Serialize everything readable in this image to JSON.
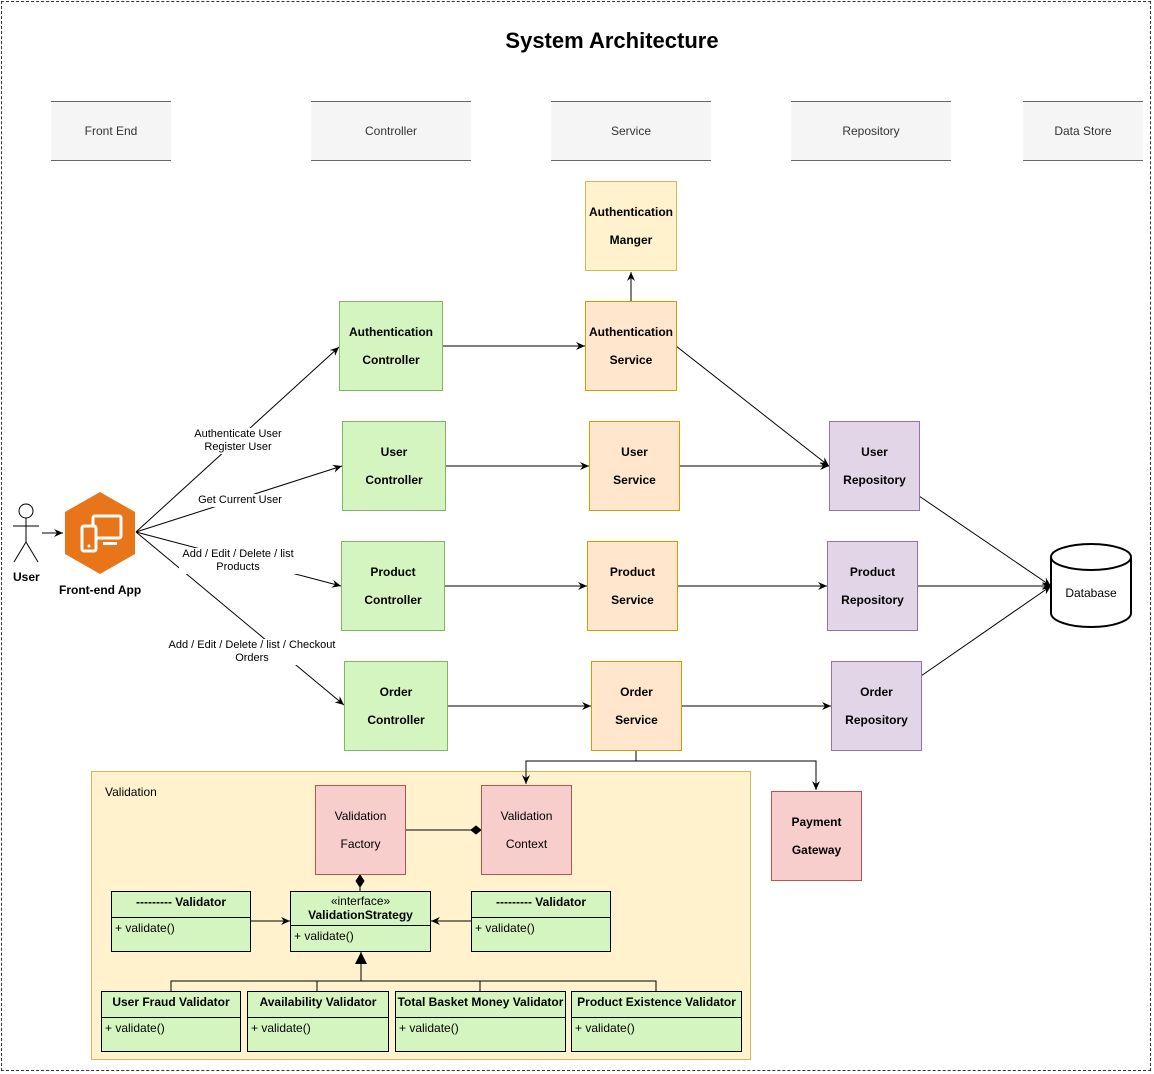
{
  "title": "System Architecture",
  "columns": [
    "Front End",
    "Controller",
    "Service",
    "Repository",
    "Data Store"
  ],
  "actor": {
    "label": "User"
  },
  "frontend": {
    "label": "Front-end App",
    "icon": "devices-icon"
  },
  "controllers": {
    "auth": [
      "Authentication",
      "Controller"
    ],
    "user": [
      "User",
      "Controller"
    ],
    "product": [
      "Product",
      "Controller"
    ],
    "order": [
      "Order",
      "Controller"
    ]
  },
  "services": {
    "auth_manager": [
      "Authentication",
      "Manger"
    ],
    "auth": [
      "Authentication",
      "Service"
    ],
    "user": [
      "User",
      "Service"
    ],
    "product": [
      "Product",
      "Service"
    ],
    "order": [
      "Order",
      "Service"
    ]
  },
  "repositories": {
    "user": [
      "User",
      "Repository"
    ],
    "product": [
      "Product",
      "Repository"
    ],
    "order": [
      "Order",
      "Repository"
    ]
  },
  "database": {
    "label": "Database"
  },
  "payment": [
    "Payment",
    "Gateway"
  ],
  "edge_labels": {
    "auth": [
      "Authenticate User",
      "Register User"
    ],
    "user": "Get Current User",
    "product": [
      "Add / Edit / Delete / list",
      "Products"
    ],
    "order": [
      "Add / Edit / Delete / list / Checkout",
      "Orders"
    ]
  },
  "validation": {
    "label": "Validation",
    "factory": [
      "Validation",
      "Factory"
    ],
    "context": [
      "Validation",
      "Context"
    ],
    "strategy": {
      "stereotype": "«interface»",
      "name": "ValidationStrategy",
      "method": "+ validate()"
    },
    "left_validator": {
      "name": "---------  Validator",
      "method": "+ validate()"
    },
    "right_validator": {
      "name": "---------  Validator",
      "method": "+ validate()"
    },
    "concrete": [
      {
        "name": "User Fraud Validator",
        "method": "+ validate()"
      },
      {
        "name": "Availability Validator",
        "method": "+ validate()"
      },
      {
        "name": "Total Basket Money Validator",
        "method": "+ validate()"
      },
      {
        "name": "Product Existence Validator",
        "method": "+ validate()"
      }
    ]
  },
  "colors": {
    "controller": "#d5f5c0",
    "manager": "#fff2cc",
    "service": "#ffe6cc",
    "repository": "#e1d5e7",
    "external": "#f8cecc",
    "frontend": "#e8751a"
  }
}
